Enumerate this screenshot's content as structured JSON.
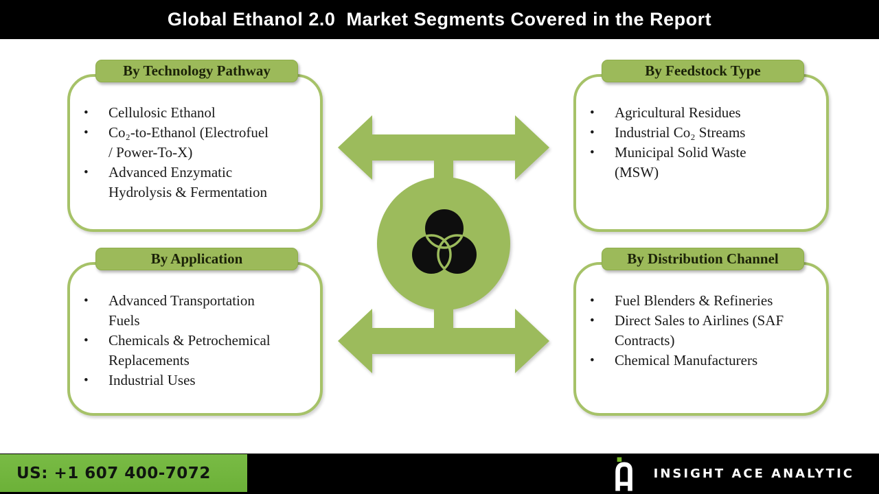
{
  "title": "Global Ethanol 2.0  Market Segments Covered in the Report",
  "ui": {
    "bullet": "•"
  },
  "quadrants": {
    "technology": {
      "header": "By Technology Pathway",
      "items": [
        "Cellulosic Ethanol",
        "Co₂-to-Ethanol (Electrofuel\n/ Power-To-X)",
        "Advanced Enzymatic\nHydrolysis & Fermentation"
      ]
    },
    "feedstock": {
      "header": "By Feedstock Type",
      "items": [
        "Agricultural Residues",
        "Industrial Co₂ Streams",
        "Municipal Solid Waste\n(MSW)"
      ]
    },
    "application": {
      "header": "By Application",
      "items": [
        "Advanced Transportation\nFuels",
        "Chemicals & Petrochemical\nReplacements",
        "Industrial Uses"
      ]
    },
    "distribution": {
      "header": "By Distribution Channel",
      "items": [
        "Fuel Blenders & Refineries",
        "Direct Sales to Airlines (SAF\nContracts)",
        "Chemical Manufacturers"
      ]
    }
  },
  "footer": {
    "phone": "US: +1 607 400-7072",
    "brand": "INSIGHT ACE ANALYTIC"
  },
  "colors": {
    "accent_green": "#9cba5a",
    "border_green": "#a6c268",
    "footer_green": "#6fb43c",
    "logo_green": "#76b82a",
    "bar_black": "#000000",
    "text_dark": "#191919"
  }
}
